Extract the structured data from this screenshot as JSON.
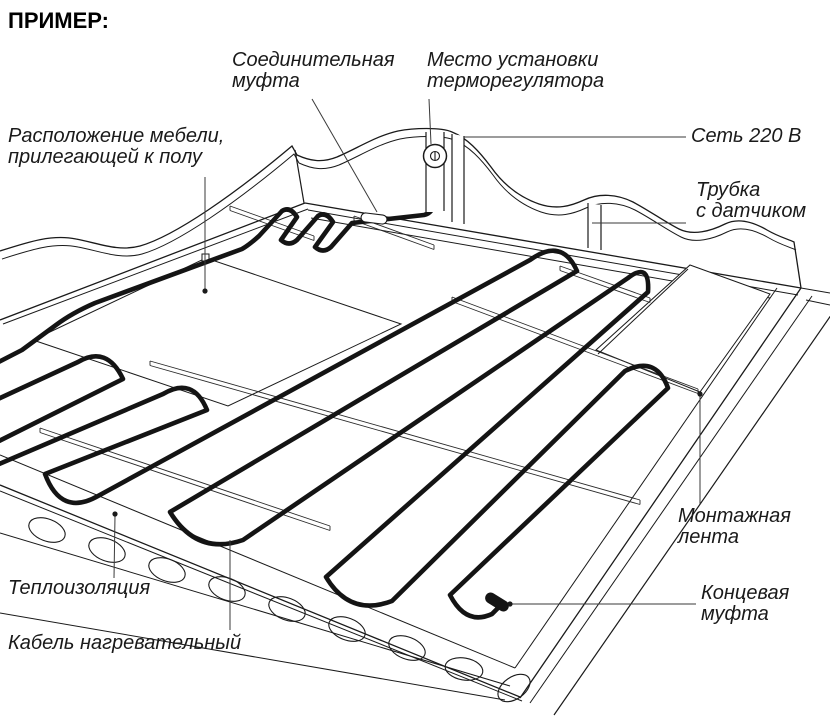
{
  "title": "ПРИМЕР:",
  "labels": {
    "connecting_coupling": "Соединительная\nмуфта",
    "thermostat_location": "Место установки\nтерморегулятора",
    "power_net": "Сеть 220 В",
    "furniture_area": "Расположение мебели,\nприлегающей к полу",
    "sensor_tube": "Трубка\nс датчиком",
    "mounting_tape": "Монтажная\nлента",
    "end_coupling": "Концевая\nмуфта",
    "insulation": "Теплоизоляция",
    "heating_cable": "Кабель нагревательный"
  },
  "colors": {
    "line": "#1a1a1a",
    "background": "#ffffff"
  }
}
